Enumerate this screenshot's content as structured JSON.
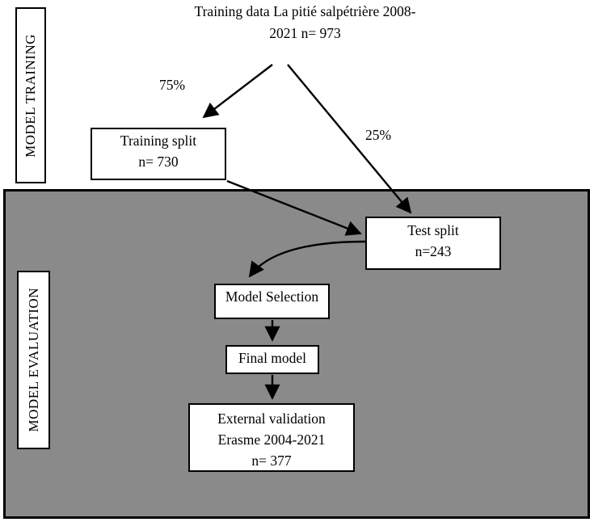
{
  "diagram": {
    "source": {
      "line1": "Training data",
      "line2": "La pitié salpétrière 2008-2021",
      "line3": "n= 973"
    },
    "split_labels": {
      "training_pct": "75%",
      "test_pct": "25%"
    },
    "sections": {
      "training": {
        "label": "MODEL TRAINING"
      },
      "evaluation": {
        "label": "MODEL EVALUATION"
      }
    },
    "nodes": {
      "training_split": {
        "line1": "Training split",
        "line2": "n= 730"
      },
      "test_split": {
        "line1": "Test split",
        "line2": "n=243"
      },
      "model_selection": {
        "line1": "Model Selection"
      },
      "final_model": {
        "line1": "Final model"
      },
      "external_validation": {
        "line1": "External validation",
        "line2": "Erasme 2004-2021",
        "line3": "n= 377"
      }
    },
    "colors": {
      "evaluation_background": "#8a8a8a",
      "box_background": "#ffffff",
      "line_and_border": "#000000",
      "text": "#000000"
    }
  }
}
